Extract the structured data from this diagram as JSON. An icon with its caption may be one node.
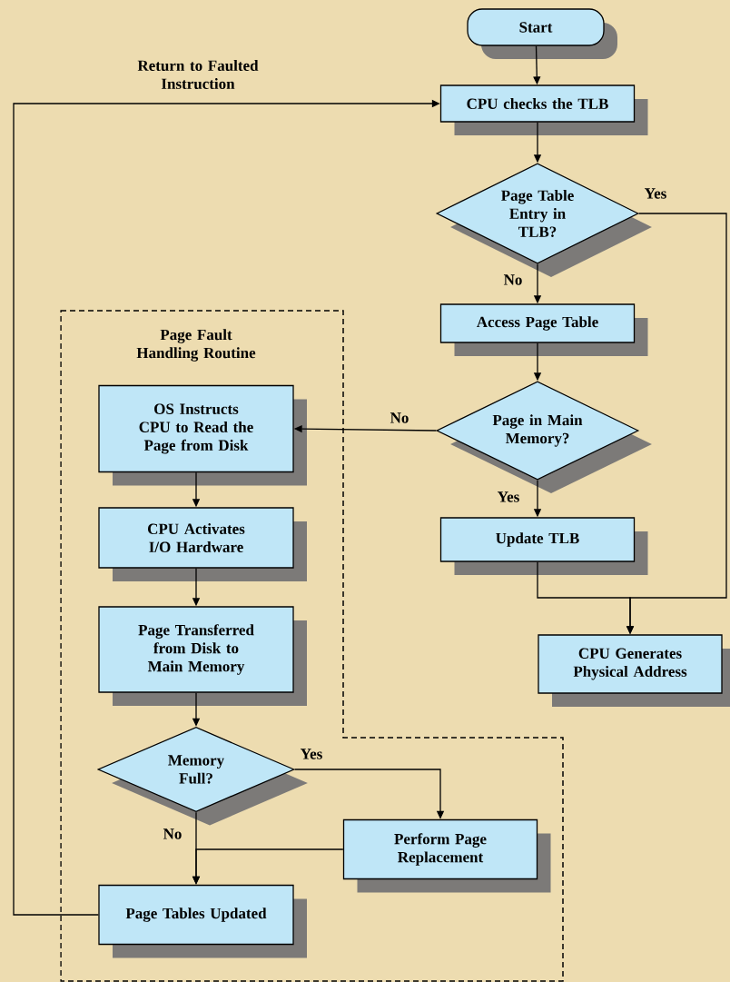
{
  "diagram": {
    "nodes": [
      {
        "text": [
          "Start"
        ]
      },
      {
        "text": [
          "CPU checks the TLB"
        ]
      },
      {
        "text": [
          "Page Table Entry in TLB?"
        ]
      },
      {
        "text": [
          "Access Page Table"
        ]
      },
      {
        "text": [
          "Page in Main Memory?"
        ]
      },
      {
        "text": [
          "Update TLB"
        ]
      },
      {
        "text": [
          "CPU Generates Physical Address"
        ]
      },
      {
        "text": [
          "Page Fault Handling Routine"
        ]
      },
      {
        "text": [
          "OS Instructs CPU to Read the Page from Disk"
        ],
        "in": 7
      },
      {
        "text": [
          "CPU Activates I/O Hardware"
        ],
        "in": 7
      },
      {
        "text": [
          "Page Transferred from Disk to Main Memory"
        ],
        "in": 7
      },
      {
        "text": [
          "Memory Full?"
        ],
        "in": 7
      },
      {
        "text": [
          "Perform Page Replacement"
        ],
        "in": 7
      },
      {
        "text": [
          "Page Tables Updated"
        ],
        "in": 7
      }
    ],
    "edges": [
      {
        "from": 0,
        "to": 1,
        "arrow": "to"
      },
      {
        "from": 1,
        "to": 2,
        "arrow": "to"
      },
      {
        "from": 2,
        "to": 3,
        "arrow": "to",
        "label": "No"
      },
      {
        "from": 2,
        "to": 6,
        "arrow": "to",
        "label": "Yes"
      },
      {
        "from": 3,
        "to": 4,
        "arrow": "to"
      },
      {
        "from": 4,
        "to": 8,
        "arrow": "to",
        "label": "No"
      },
      {
        "from": 4,
        "to": 5,
        "arrow": "to",
        "label": "Yes"
      },
      {
        "from": 5,
        "to": 6,
        "arrow": "to"
      },
      {
        "from": 8,
        "to": 9,
        "arrow": "to"
      },
      {
        "from": 9,
        "to": 10,
        "arrow": "to"
      },
      {
        "from": 10,
        "to": 11,
        "arrow": "to"
      },
      {
        "from": 11,
        "to": 12,
        "arrow": "to",
        "label": "Yes"
      },
      {
        "from": 11,
        "to": 13,
        "arrow": "to",
        "label": "No"
      },
      {
        "from": 12,
        "to": 13,
        "arrow": "to"
      },
      {
        "from": 13,
        "to": 1,
        "arrow": "to",
        "label": "Return to Faulted Instruction"
      }
    ]
  }
}
